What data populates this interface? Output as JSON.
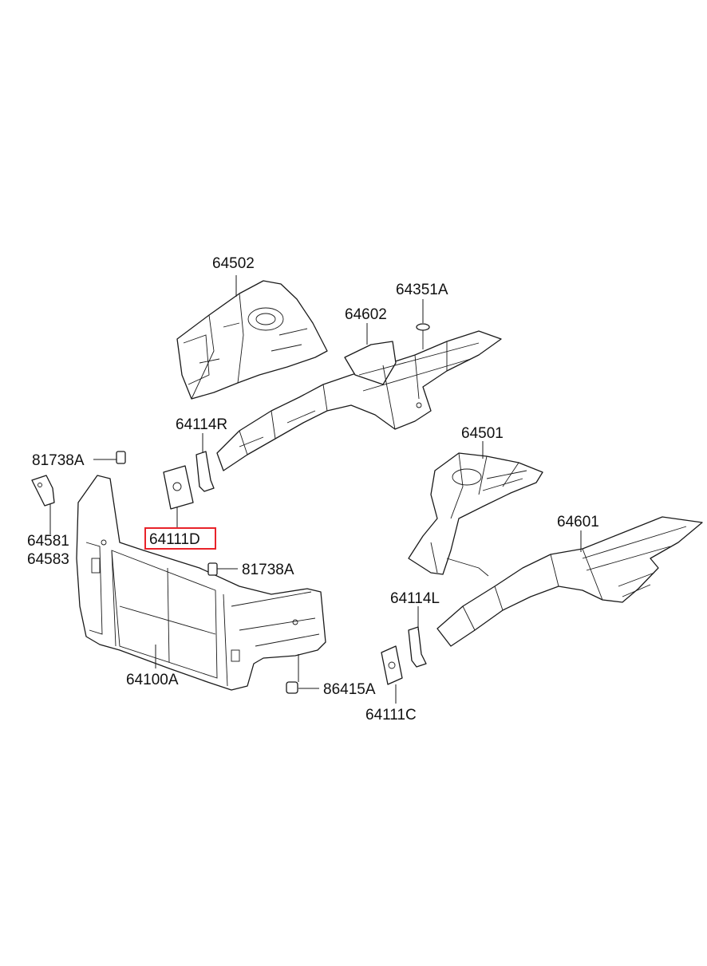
{
  "parts": {
    "p64502": "64502",
    "p64351A": "64351A",
    "p64602": "64602",
    "p64114R": "64114R",
    "p64501": "64501",
    "p81738A_top": "81738A",
    "p64111D": "64111D",
    "p64581": "64581",
    "p64583": "64583",
    "p81738A_mid": "81738A",
    "p64601": "64601",
    "p64114L": "64114L",
    "p64100A": "64100A",
    "p86415A": "86415A",
    "p64111C": "64111C"
  },
  "highlighted_part": "64111D",
  "colors": {
    "highlight": "#e8232a",
    "line": "#1a1a1a"
  }
}
